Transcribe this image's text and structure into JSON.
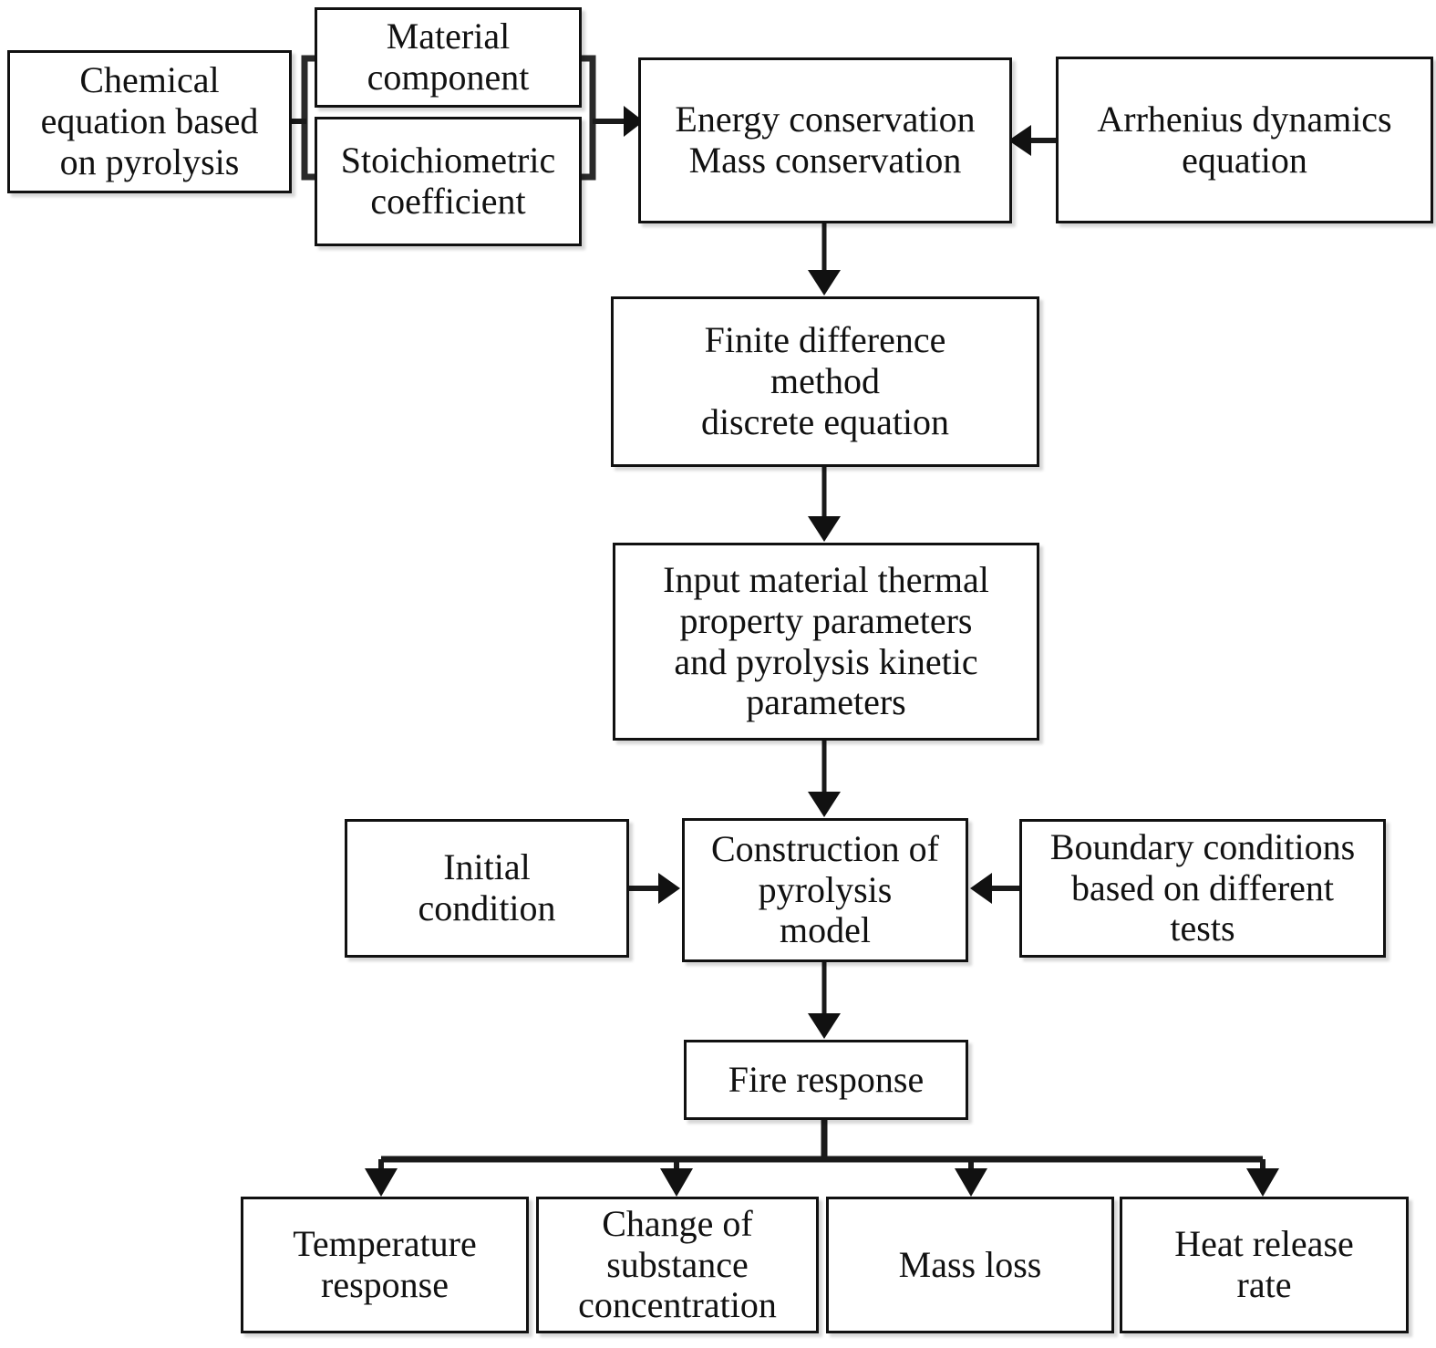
{
  "diagram": {
    "title": "Pyrolysis model construction flowchart",
    "background_color": "#ffffff",
    "line_color": "#1a1a1a",
    "box_border_color": "#111111"
  },
  "nodes": {
    "chemical_equation": "Chemical\nequation based\non pyrolysis",
    "material_component": "Material\ncomponent",
    "stoichiometric_coefficient": "Stoichiometric\ncoefficient",
    "conservation": "Energy conservation\nMass conservation",
    "arrhenius": "Arrhenius dynamics\nequation",
    "finite_difference": "Finite difference\nmethod\ndiscrete equation",
    "input_parameters": "Input material thermal\nproperty parameters\nand pyrolysis kinetic\nparameters",
    "initial_condition": "Initial\ncondition",
    "construction": "Construction of\npyrolysis\nmodel",
    "boundary_conditions": "Boundary conditions\nbased on different\ntests",
    "fire_response": "Fire response",
    "temperature_response": "Temperature\nresponse",
    "substance_concentration": "Change of\nsubstance\nconcentration",
    "mass_loss": "Mass loss",
    "heat_release_rate": "Heat release\nrate"
  },
  "connections": [
    {
      "from": "chemical_equation",
      "to": "material_component_group",
      "type": "bracket"
    },
    {
      "from": "material_component_group",
      "to": "conservation",
      "type": "arrow-right"
    },
    {
      "from": "arrhenius",
      "to": "conservation",
      "type": "arrow-left"
    },
    {
      "from": "conservation",
      "to": "finite_difference",
      "type": "arrow-down"
    },
    {
      "from": "finite_difference",
      "to": "input_parameters",
      "type": "arrow-down"
    },
    {
      "from": "input_parameters",
      "to": "construction",
      "type": "arrow-down"
    },
    {
      "from": "initial_condition",
      "to": "construction",
      "type": "arrow-right"
    },
    {
      "from": "boundary_conditions",
      "to": "construction",
      "type": "arrow-left"
    },
    {
      "from": "construction",
      "to": "fire_response",
      "type": "arrow-down"
    },
    {
      "from": "fire_response",
      "to": "temperature_response",
      "type": "arrow-down-branch"
    },
    {
      "from": "fire_response",
      "to": "substance_concentration",
      "type": "arrow-down-branch"
    },
    {
      "from": "fire_response",
      "to": "mass_loss",
      "type": "arrow-down-branch"
    },
    {
      "from": "fire_response",
      "to": "heat_release_rate",
      "type": "arrow-down-branch"
    }
  ]
}
